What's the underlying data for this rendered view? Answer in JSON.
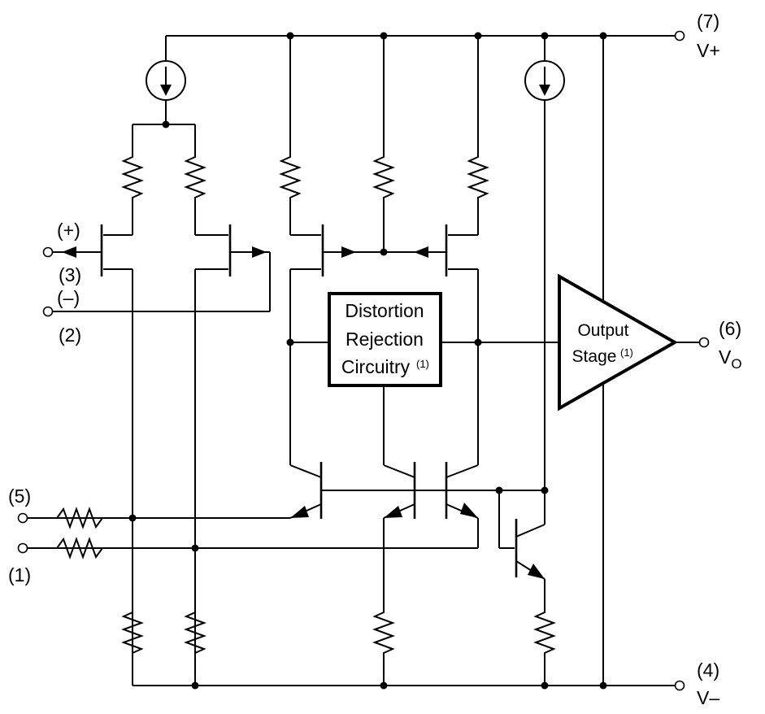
{
  "diagram": {
    "pins": {
      "non_inverting": {
        "number": "(3)",
        "sign": "(+)"
      },
      "inverting": {
        "number": "(2)",
        "sign": "(–)"
      },
      "pin5": {
        "number": "(5)"
      },
      "pin1": {
        "number": "(1)"
      },
      "vplus": {
        "number": "(7)",
        "name": "V+"
      },
      "vminus": {
        "number": "(4)",
        "name": "V–"
      },
      "output": {
        "number": "(6)",
        "name": "V",
        "subscript": "O"
      }
    },
    "blocks": {
      "distortion_rejection": {
        "line1": "Distortion",
        "line2": "Rejection",
        "line3": "Circuitry",
        "note": "(1)"
      },
      "output_stage": {
        "line1": "Output",
        "line2": "Stage",
        "note": "(1)"
      }
    }
  }
}
